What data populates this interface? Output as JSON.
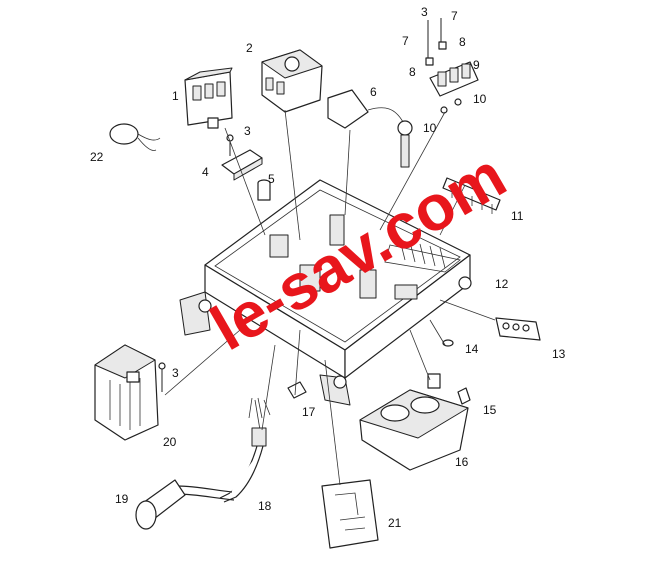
{
  "watermark": {
    "text": "le-sav.com",
    "color": "#e8161c"
  },
  "callouts": {
    "c1": "1",
    "c2": "2",
    "c3a": "3",
    "c3b": "3",
    "c3c": "3",
    "c4": "4",
    "c5": "5",
    "c6": "6",
    "c7a": "7",
    "c7b": "7",
    "c8a": "8",
    "c8b": "8",
    "c9": "9",
    "c10a": "10",
    "c10b": "10",
    "c11": "11",
    "c12": "12",
    "c13": "13",
    "c14": "14",
    "c15": "15",
    "c16": "16",
    "c17": "17",
    "c18": "18",
    "c19": "19",
    "c20": "20",
    "c21": "21",
    "c22": "22"
  }
}
